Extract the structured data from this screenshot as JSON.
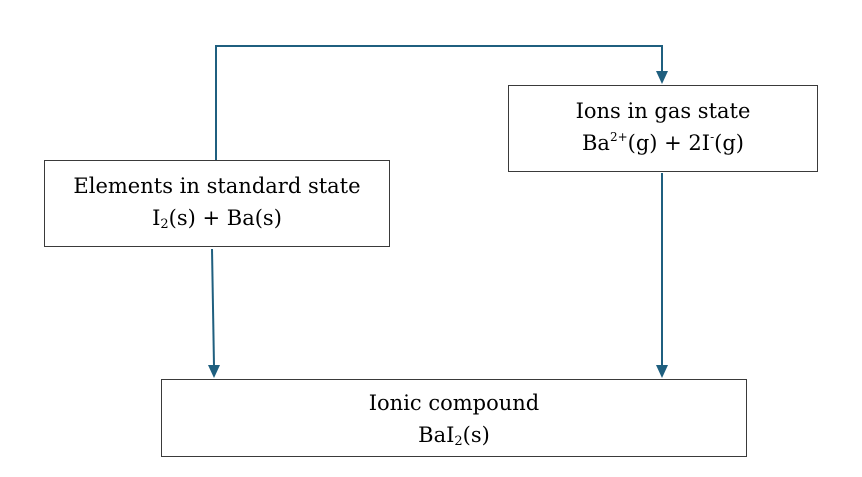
{
  "colors": {
    "arrow": "#1f5f7f",
    "box_border": "#3a3a3a",
    "background": "#ffffff"
  },
  "boxes": {
    "elements": {
      "title": "Elements in standard state",
      "formula": {
        "a": "I",
        "a_sub": "2",
        "b": "(s) + Ba(s)"
      }
    },
    "ions": {
      "title": "Ions in gas state",
      "formula": {
        "a": "Ba",
        "a_sup": "2+",
        "b": "(g) + 2I",
        "b_sup": "-",
        "c": "(g)"
      }
    },
    "compound": {
      "title": "Ionic compound",
      "formula": {
        "a": "BaI",
        "a_sub": "2",
        "b": "(s)"
      }
    }
  }
}
